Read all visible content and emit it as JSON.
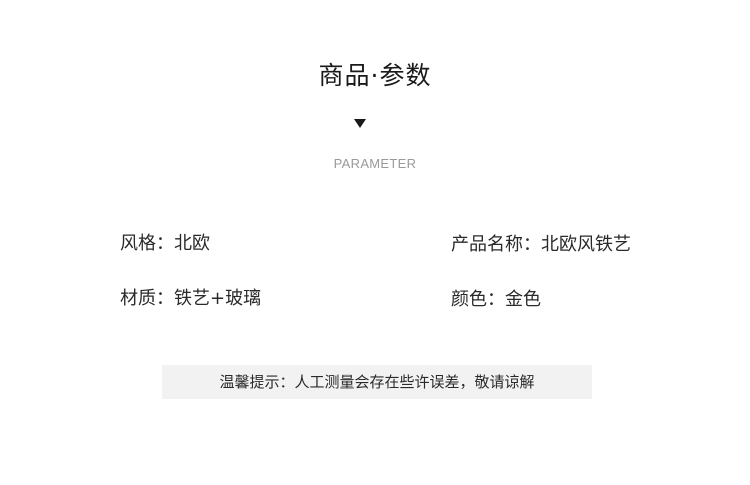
{
  "header": {
    "title": "商品·参数",
    "subtitle": "PARAMETER",
    "arrow_icon": "triangle-down-icon"
  },
  "params": {
    "style": "风格：北欧",
    "product_name": "产品名称：北欧风铁艺",
    "material": "材质：铁艺+玻璃",
    "color": "颜色：金色"
  },
  "notice": {
    "text": "温馨提示：人工测量会存在些许误差，敬请谅解"
  },
  "colors": {
    "background": "#ffffff",
    "text": "#2a2a2a",
    "subtitle": "#9a9a9a",
    "notice_bg": "#f2f2f2"
  }
}
